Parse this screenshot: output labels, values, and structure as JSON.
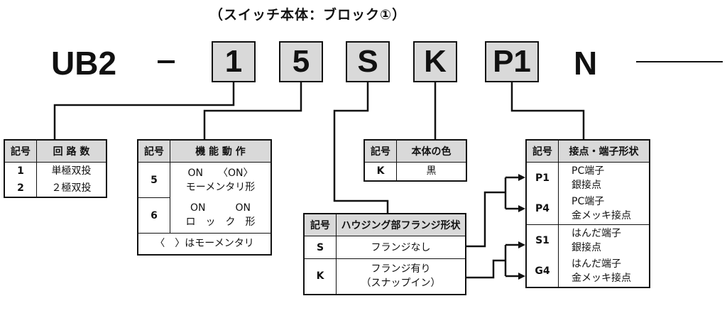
{
  "title": "（スイッチ本体：ブロック①）",
  "prefix": "UB2",
  "codes": [
    "1",
    "5",
    "S",
    "K",
    "P1"
  ],
  "suffix": "N",
  "tables": {
    "circuit": {
      "header_code": "記号",
      "header_label": "回 路 数",
      "rows": [
        {
          "code": "1",
          "label": "単極双投"
        },
        {
          "code": "2",
          "label": "２極双投"
        }
      ]
    },
    "function": {
      "header_code": "記号",
      "header_label": "機 能 動 作",
      "rows": [
        {
          "code": "5",
          "line1": "ON　　〈ON〉",
          "line2": "モーメンタリ形"
        },
        {
          "code": "6",
          "line1": "ON　　　ON",
          "line2": "ロ　ッ　ク　形"
        }
      ],
      "note": "〈　〉はモーメンタリ"
    },
    "housing": {
      "header_code": "記号",
      "header_label": "ハウジング部フランジ形状",
      "rows": [
        {
          "code": "S",
          "line1": "フランジなし",
          "line2": ""
        },
        {
          "code": "K",
          "line1": "フランジ有り",
          "line2": "（スナップイン）"
        }
      ]
    },
    "color": {
      "header_code": "記号",
      "header_label": "本体の色",
      "rows": [
        {
          "code": "K",
          "label": "黒"
        }
      ]
    },
    "terminal": {
      "header_code": "記号",
      "header_label": "接点・端子形状",
      "rows": [
        {
          "code": "P1",
          "line1": "PC端子",
          "line2": "銀接点"
        },
        {
          "code": "P4",
          "line1": "PC端子",
          "line2": "金メッキ接点"
        },
        {
          "code": "S1",
          "line1": "はんだ端子",
          "line2": "銀接点"
        },
        {
          "code": "G4",
          "line1": "はんだ端子",
          "line2": "金メッキ接点"
        }
      ]
    }
  }
}
